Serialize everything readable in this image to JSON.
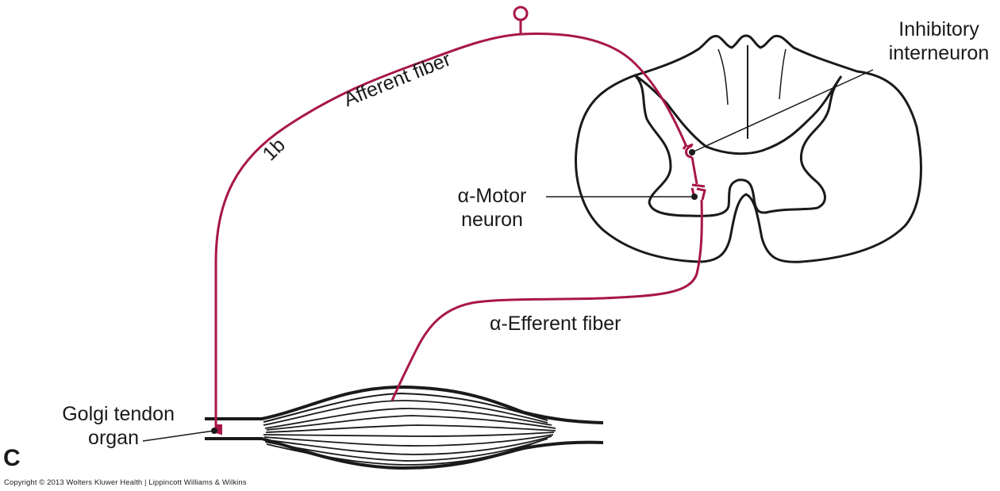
{
  "figure": {
    "panel_label": "C",
    "copyright": "Copyright © 2013 Wolters Kluwer Health | Lippincott Williams & Wilkins",
    "colors": {
      "fiber": "#a8164a",
      "outline": "#1a1a1a",
      "background": "#ffffff"
    }
  },
  "labels": {
    "inhibitory_interneuron": [
      "Inhibitory",
      "interneuron"
    ],
    "alpha_motor_neuron": [
      "α-Motor",
      "neuron"
    ],
    "afferent_fiber": "Afferent fiber",
    "fiber_type": "1b",
    "alpha_efferent_fiber": "α-Efferent fiber",
    "golgi_tendon_organ": [
      "Golgi tendon",
      "organ"
    ]
  }
}
